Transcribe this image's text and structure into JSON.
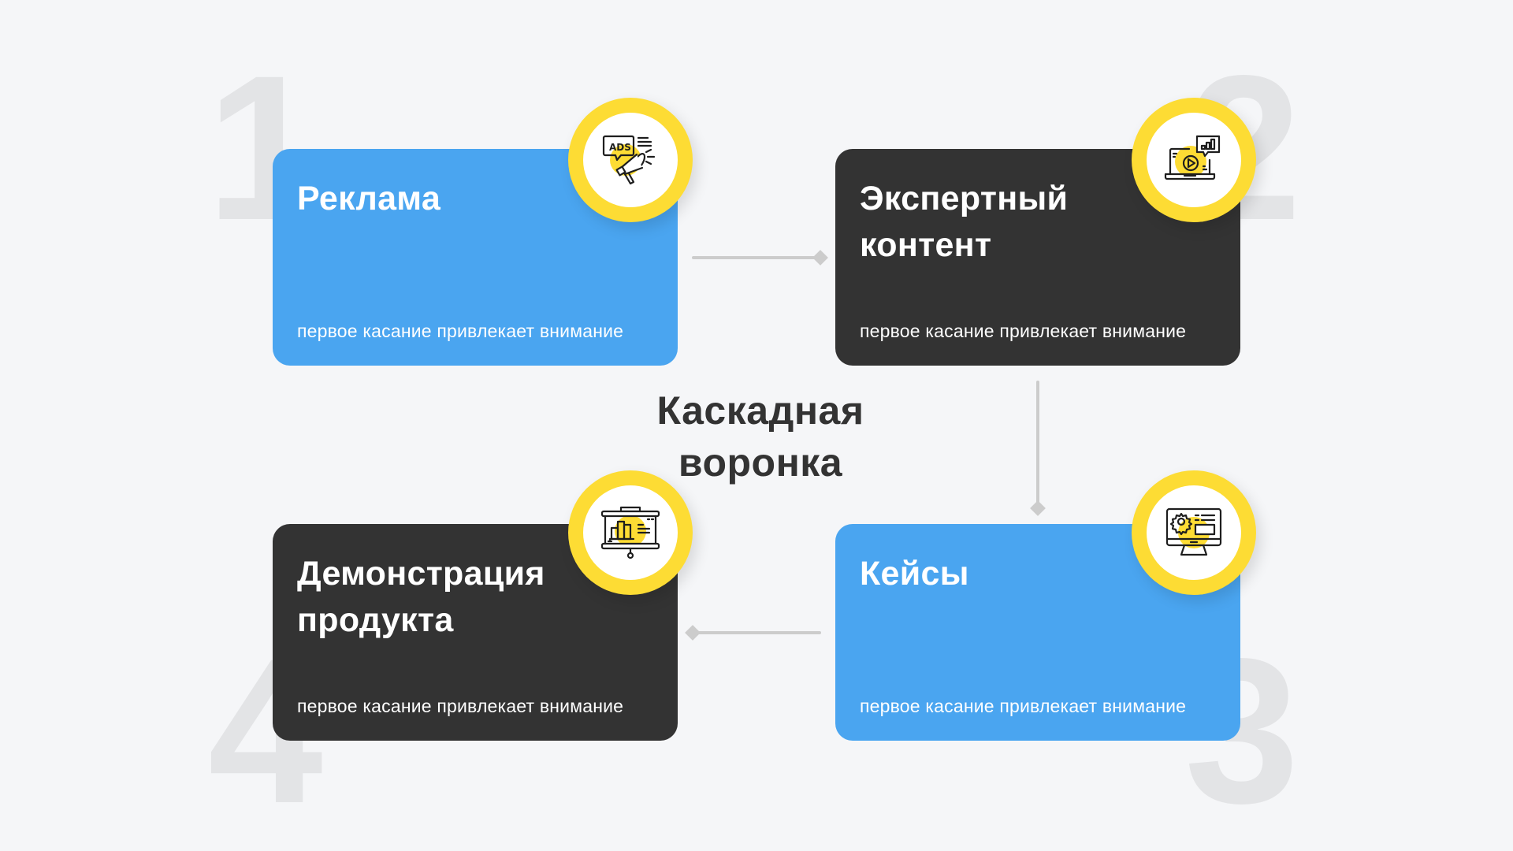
{
  "diagram": {
    "title_line1": "Каскадная",
    "title_line2": "воронка",
    "colors": {
      "background": "#f5f6f8",
      "blue": "#4aa5f0",
      "dark": "#333333",
      "yellow": "#fddc34",
      "number": "#e3e4e6",
      "connector": "#cccccc"
    },
    "steps": [
      {
        "number": "1",
        "title": "Реклама",
        "subtitle": "первое касание привлекает внимание",
        "style": "blue",
        "icon": "megaphone-ads-icon",
        "icon_text": "ADS"
      },
      {
        "number": "2",
        "title": "Экспертный контент",
        "subtitle": "первое касание привлекает внимание",
        "style": "dark",
        "icon": "laptop-video-icon"
      },
      {
        "number": "3",
        "title": "Кейсы",
        "subtitle": "первое касание привлекает внимание",
        "style": "blue",
        "icon": "monitor-settings-icon"
      },
      {
        "number": "4",
        "title": "Демонстрация продукта",
        "subtitle": "первое касание привлекает внимание",
        "style": "dark",
        "icon": "presentation-chart-icon"
      }
    ],
    "connectors": [
      {
        "from": "1",
        "to": "2",
        "direction": "right"
      },
      {
        "from": "2",
        "to": "3",
        "direction": "down"
      },
      {
        "from": "3",
        "to": "4",
        "direction": "left"
      }
    ]
  }
}
